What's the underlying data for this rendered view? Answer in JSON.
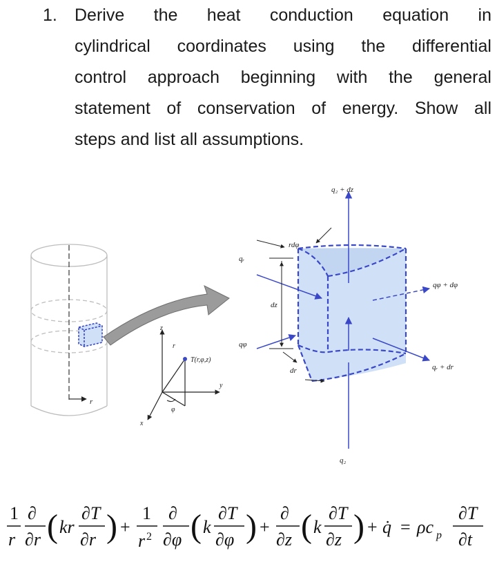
{
  "problem": {
    "number": "1.",
    "words_line1": [
      "Derive",
      "the",
      "heat",
      "conduction",
      "equation",
      "in"
    ],
    "words_line2": [
      "cylindrical",
      "coordinates",
      "using",
      "the",
      "differential"
    ],
    "words_line3": [
      "control",
      "approach",
      "beginning",
      "with",
      "the",
      "general"
    ],
    "words_line4": [
      "statement",
      "of",
      "conservation",
      "of",
      "energy.",
      "Show",
      "all"
    ],
    "line5": "steps and list all assumptions."
  },
  "figure": {
    "labels": {
      "qz_dz": "q₂ + dz",
      "r_dphi": "rdφ",
      "qr": "qᵣ",
      "q_phi_dphi": "qφ + dφ",
      "dz": "dz",
      "q_phi": "qφ",
      "dr": "dr",
      "qr_dr": "qᵣ + dr",
      "qz": "q₂",
      "T_point": "T(r,φ,z)",
      "axis_z": "z",
      "axis_r_small": "r",
      "axis_y": "y",
      "axis_x": "x",
      "axis_phi": "φ",
      "cyl_r": "r"
    },
    "colors": {
      "accent": "#3a48c8",
      "cube_fill": "#cfe0f7",
      "arrow_gray": "#9b9b9b"
    }
  },
  "equation": {
    "t1_num": "1",
    "t1_den": "r",
    "d_sym": "∂",
    "d_r": "∂r",
    "paren_l": "(",
    "paren_r": ")",
    "kr": "kr",
    "dT": "∂T",
    "plus": "+",
    "r2": "r",
    "sup2": "2",
    "d_phi": "∂φ",
    "k": "k",
    "d_z": "∂z",
    "qdot": "q̇",
    "equals": "=",
    "rho_c": "ρc",
    "sub_p": "p",
    "d_t": "∂t"
  }
}
